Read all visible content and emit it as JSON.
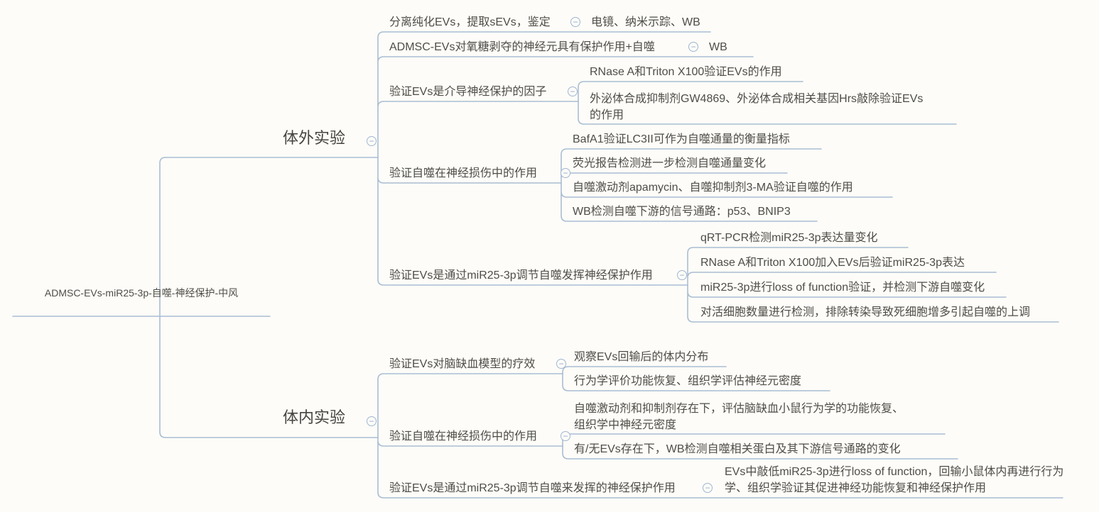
{
  "ui": {
    "collapse_glyph": "−"
  },
  "colors": {
    "background": "#fdfcf8",
    "line": "#a9bdd4",
    "text": "#4e4d47",
    "icon": "#9fb6d2"
  },
  "root": {
    "label": "ADMSC-EVs-miR25-3p-自噬-神经保护-中风"
  },
  "branches": [
    {
      "label": "体外实验",
      "children": [
        {
          "label": "分离纯化EVs，提取sEVs，鉴定",
          "children": [
            {
              "label": "电镜、纳米示踪、WB"
            }
          ]
        },
        {
          "label": "ADMSC-EVs对氧糖剥夺的神经元具有保护作用+自噬",
          "children": [
            {
              "label": "WB"
            }
          ]
        },
        {
          "label": "验证EVs是介导神经保护的因子",
          "children": [
            {
              "label": "RNase A和Triton X100验证EVs的作用"
            },
            {
              "label": "外泌体合成抑制剂GW4869、外泌体合成相关基因Hrs敲除验证EVs的作用"
            }
          ]
        },
        {
          "label": "验证自噬在神经损伤中的作用",
          "children": [
            {
              "label": "BafA1验证LC3II可作为自噬通量的衡量指标"
            },
            {
              "label": "荧光报告检测进一步检测自噬通量变化"
            },
            {
              "label": "自噬激动剂apamycin、自噬抑制剂3-MA验证自噬的作用"
            },
            {
              "label": "WB检测自噬下游的信号通路：p53、BNIP3"
            }
          ]
        },
        {
          "label": "验证EVs是通过miR25-3p调节自噬发挥神经保护作用",
          "children": [
            {
              "label": "qRT-PCR检测miR25-3p表达量变化"
            },
            {
              "label": "RNase A和Triton X100加入EVs后验证miR25-3p表达"
            },
            {
              "label": "miR25-3p进行loss of function验证，并检测下游自噬变化"
            },
            {
              "label": "对活细胞数量进行检测，排除转染导致死细胞增多引起自噬的上调"
            }
          ]
        }
      ]
    },
    {
      "label": "体内实验",
      "children": [
        {
          "label": "验证EVs对脑缺血模型的疗效",
          "children": [
            {
              "label": "观察EVs回输后的体内分布"
            },
            {
              "label": "行为学评价功能恢复、组织学评估神经元密度"
            }
          ]
        },
        {
          "label": "验证自噬在神经损伤中的作用",
          "children": [
            {
              "label": "自噬激动剂和抑制剂存在下，评估脑缺血小鼠行为学的功能恢复、组织学中神经元密度"
            },
            {
              "label": "有/无EVs存在下，WB检测自噬相关蛋白及其下游信号通路的变化"
            }
          ]
        },
        {
          "label": "验证EVs是通过miR25-3p调节自噬来发挥的神经保护作用",
          "children": [
            {
              "label": "EVs中敲低miR25-3p进行loss of function，回输小鼠体内再进行行为学、组织学验证其促进神经功能恢复和神经保护作用"
            }
          ]
        }
      ]
    }
  ]
}
